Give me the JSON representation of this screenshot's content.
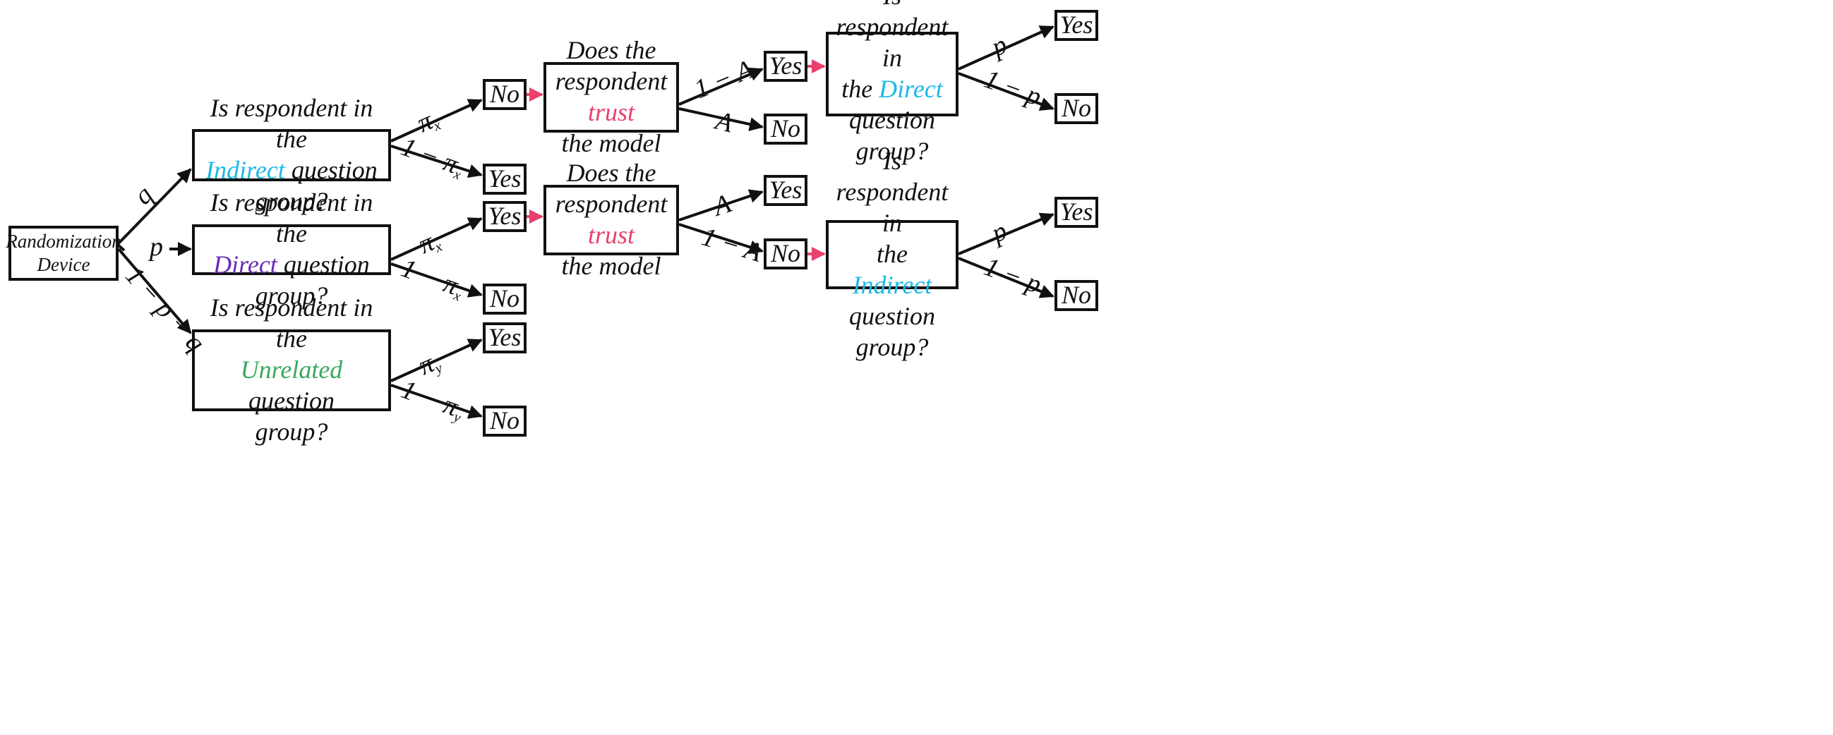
{
  "nodes": {
    "root": {
      "line1": "Randomization",
      "line2": "Device"
    },
    "q_indirect": {
      "pre": "Is respondent in the",
      "hl": "Indirect",
      "post": " question group?"
    },
    "q_direct": {
      "pre": "Is respondent in the",
      "hl": "Direct",
      "post": " question group?"
    },
    "q_unrelated": {
      "pre": "Is respondent in the",
      "hl": "Unrelated",
      "post": " question",
      "last": "group?"
    },
    "trust_top": {
      "line1": "Does the",
      "pre": "respondent ",
      "hl": "trust",
      "last": "the model"
    },
    "trust_bottom": {
      "line1": "Does the",
      "pre": "respondent ",
      "hl": "trust",
      "last": "the model"
    },
    "q_direct2": {
      "line1": "Is respondent in",
      "pre": "the ",
      "hl": "Direct",
      "last": "question group?"
    },
    "q_indirect2": {
      "line1": "Is respondent in",
      "pre": "the ",
      "hl": "Indirect",
      "last": "question group?"
    },
    "no_1": "No",
    "yes_1": "Yes",
    "yes_2": "Yes",
    "no_2": "No",
    "yes_3": "Yes",
    "no_3": "No",
    "yes_top": "Yes",
    "no_top": "No",
    "yes_top_final": "Yes",
    "no_top_final": "No",
    "yes_mid": "Yes",
    "no_mid": "No",
    "yes_bot_final": "Yes",
    "no_bot_final": "No"
  },
  "edge_labels": {
    "q": "q",
    "p": "p",
    "one_minus_p_minus_q": "1 − p − q",
    "pi_x_a": "π",
    "one_minus_pi_x_a": "1 − π",
    "pi_x_b": "π",
    "one_minus_pi_x_b": "1 − π",
    "pi_y": "π",
    "one_minus_pi_y": "1 − π",
    "sub_x": "x",
    "sub_y": "y",
    "one_minus_A_top": "1 − A",
    "A_top": "A",
    "A_bottom": "A",
    "one_minus_A_bottom": "1 − A",
    "p_top": "p",
    "one_minus_p_top": "1 − p",
    "p_bottom": "p",
    "one_minus_p_bottom": "1 − p"
  },
  "colors": {
    "indirect": "#1cb8e6",
    "direct": "#6a2bb5",
    "unrelated": "#39a85e",
    "trust": "#e8416c",
    "connector": "#e8416c"
  }
}
